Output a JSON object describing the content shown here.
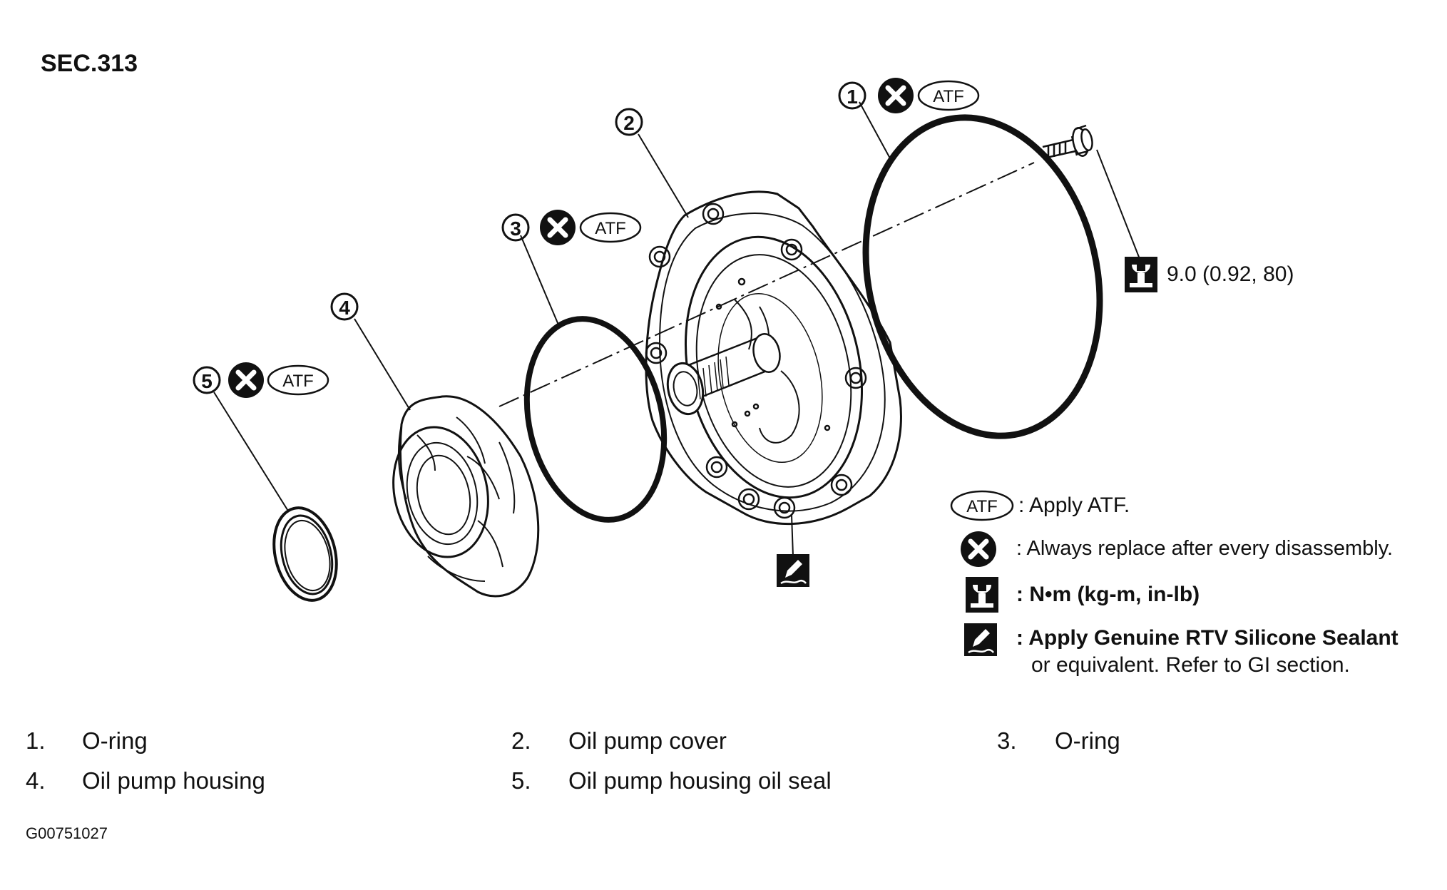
{
  "section_code": "SEC.313",
  "callouts": [
    "1",
    "2",
    "3",
    "4",
    "5"
  ],
  "atf_badge": "ATF",
  "torque_spec": "9.0 (0.92, 80)",
  "legend": {
    "atf": ": Apply ATF.",
    "replace": ": Always replace after every disassembly.",
    "torque_units": ":  N•m  (kg-m,  in-lb)",
    "sealant_line1": ":  Apply Genuine RTV Silicone Sealant",
    "sealant_line2": "or equivalent. Refer to GI section."
  },
  "parts": [
    {
      "num": "1.",
      "name": "O-ring"
    },
    {
      "num": "2.",
      "name": "Oil pump cover"
    },
    {
      "num": "3.",
      "name": "O-ring"
    },
    {
      "num": "4.",
      "name": "Oil pump housing"
    },
    {
      "num": "5.",
      "name": "Oil pump housing oil seal"
    }
  ],
  "figure_id": "G00751027",
  "icons": {
    "replace": "x-circle-icon",
    "torque": "torque-wrench-icon",
    "sealant": "sealant-pencil-icon"
  }
}
